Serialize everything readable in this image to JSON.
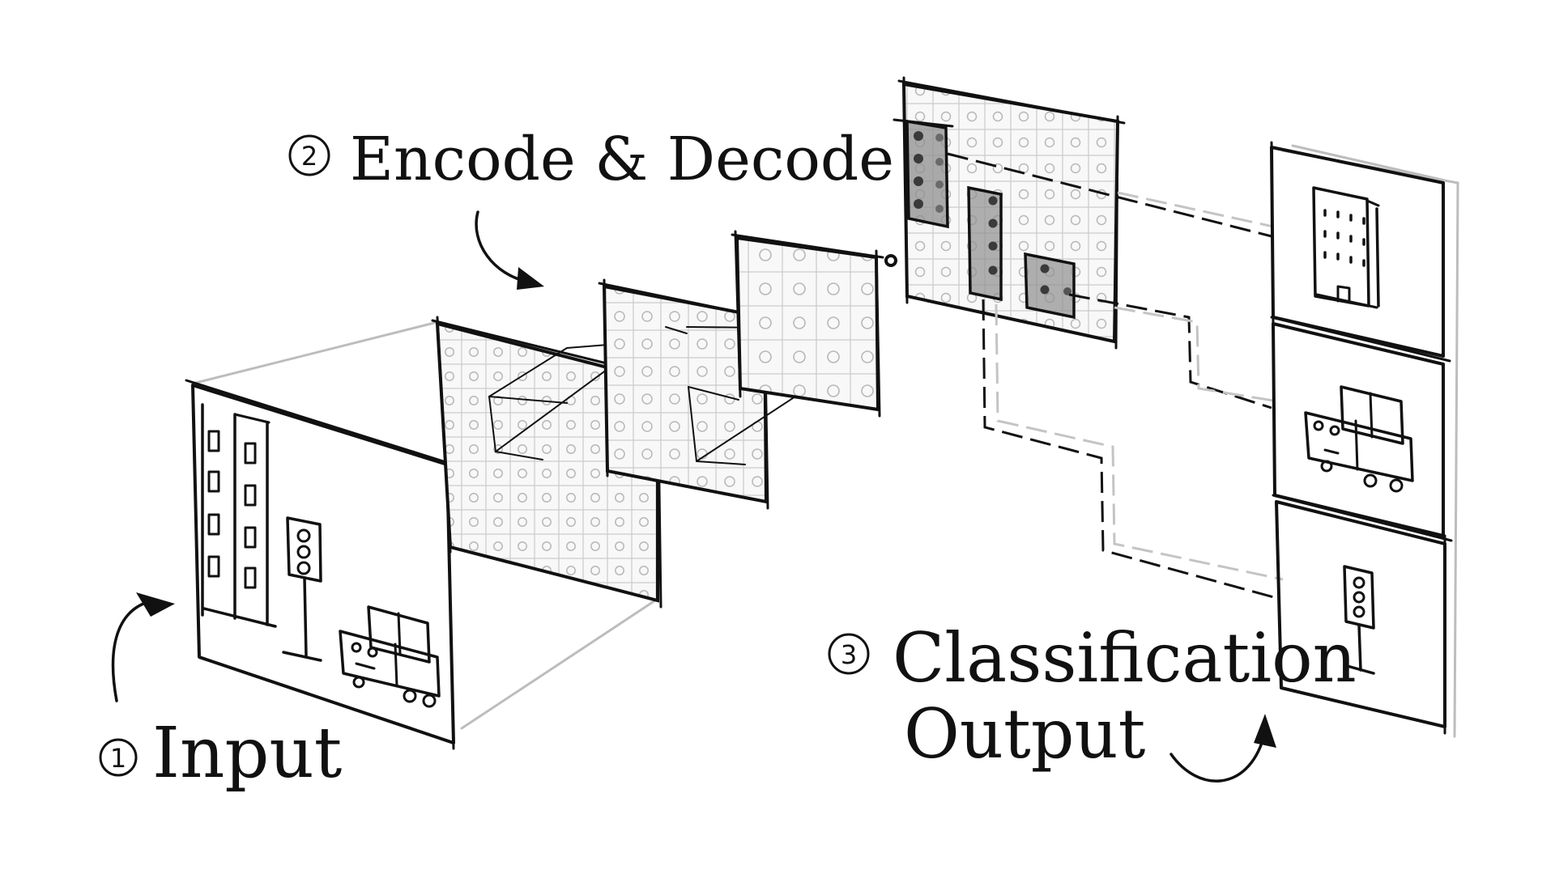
{
  "labels": {
    "input": {
      "number": "1",
      "text": "Input"
    },
    "encode": {
      "number": "2",
      "text": "Encode & Decode"
    },
    "classification": {
      "number": "3",
      "line1": "Classification",
      "line2": "Output"
    }
  },
  "colors": {
    "ink": "#111111",
    "grid": "#cfcfcf",
    "highlight": "#8a8a8a",
    "dot": "#3a3a3a"
  },
  "icons": {
    "input_scene": [
      "building-icon",
      "traffic-light-icon",
      "truck-icon"
    ],
    "outputs": [
      "building-icon",
      "truck-icon",
      "traffic-light-icon"
    ]
  }
}
